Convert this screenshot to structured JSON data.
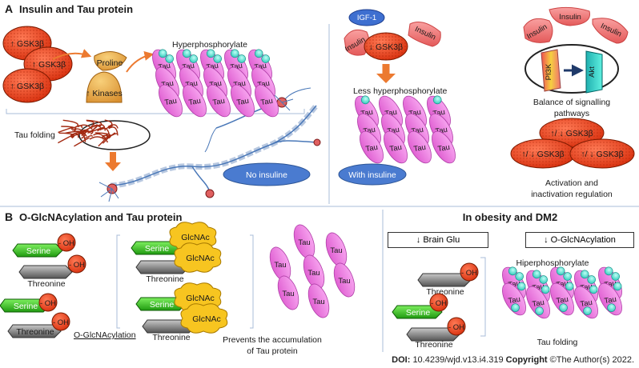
{
  "panelA": {
    "letter": "A",
    "title": "Insulin and Tau protein",
    "gsk_up": "↑ GSK3β",
    "proline": "Proline",
    "kinases": "↑  Kinases",
    "hyperphos": "Hyperphosphorylate",
    "tau_folding": "Tau folding",
    "no_insuline": "No insuline",
    "igf": "IGF-1",
    "insulin": "Insulin",
    "gsk_down": "↓ GSK3β",
    "less_hyperphos": "Less hyperphosphorylate",
    "with_insuline": "With insuline",
    "pi3k": "PI3K",
    "akt": "Akt",
    "balance_1": "Balance of signalling",
    "balance_2": "pathways",
    "gsk_updown": "↑/ ↓ GSK3β",
    "activation_1": "Activation and",
    "activation_2": "inactivation regulation",
    "tau": "Tau"
  },
  "panelB": {
    "letter": "B",
    "title": "O-GlcNAcylation and Tau protein",
    "serine": "Serine",
    "threonine": "Threonine",
    "oh": "- OH",
    "glcnac": "GlcNAc",
    "oglcnacylation": "O-GlcNAcylation",
    "prevents_1": "Prevents the accumulation",
    "prevents_2": "of Tau protein",
    "obesity_title": "In obesity and DM2",
    "brain_glu": "↓ Brain Glu",
    "o_glc_down": "↓ O-GlcNAcylation",
    "hiperphos": "Hiperphosphorylate",
    "tau_folding": "Tau folding"
  },
  "footer": {
    "doi_label": "DOI:",
    "doi": "10.4239/wjd.v13.i4.319",
    "copyright_label": "Copyright",
    "copyright": "©The Author(s) 2022."
  },
  "colors": {
    "gsk_red": "#e8401c",
    "tau_pink": "#ee7ae0",
    "insulin_pink": "#f07a7a",
    "phospho_cyan": "#4fe0d0",
    "button_blue": "#4a7bd0",
    "serine_green": "#3ec021",
    "threonine_gray": "#8a8a8a",
    "glcnac_yellow": "#f7c520",
    "arrow_orange": "#ec7a30"
  }
}
